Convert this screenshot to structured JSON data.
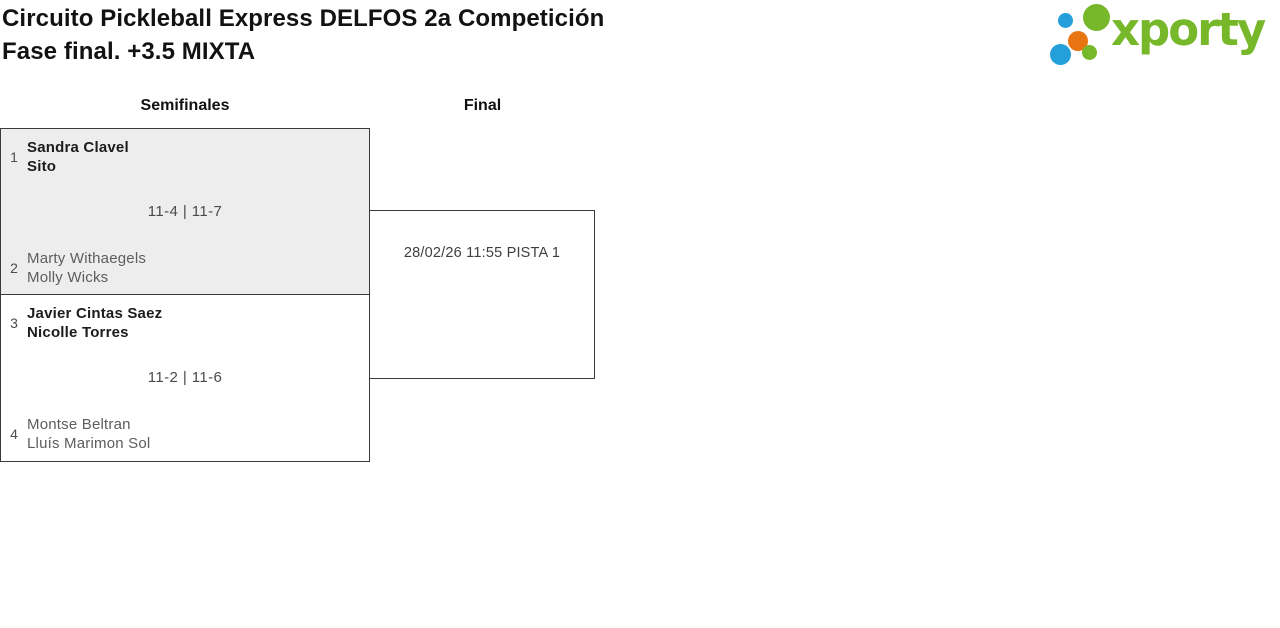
{
  "header": {
    "title_line1": "Circuito Pickleball Express DELFOS 2a Competición",
    "title_line2": "Fase final. +3.5 MIXTA"
  },
  "logo": {
    "wordmark": "xporty",
    "colors": {
      "green": "#76b82a",
      "blue": "#249fd9",
      "orange": "#e87511"
    }
  },
  "bracket": {
    "rounds": [
      {
        "label": "Semifinales"
      },
      {
        "label": "Final"
      }
    ],
    "matches": [
      {
        "top": {
          "seed": "1",
          "players": [
            "Sandra Clavel",
            "Sito"
          ],
          "winner": true
        },
        "score": "11-4 | 11-7",
        "bottom": {
          "seed": "2",
          "players": [
            "Marty Withaegels",
            "Molly Wicks"
          ],
          "winner": false
        }
      },
      {
        "top": {
          "seed": "3",
          "players": [
            "Javier Cintas Saez",
            "Nicolle Torres"
          ],
          "winner": true
        },
        "score": "11-2 | 11-6",
        "bottom": {
          "seed": "4",
          "players": [
            "Montse Beltran",
            "Lluís Marimon Sol"
          ],
          "winner": false
        }
      }
    ],
    "final": {
      "schedule": "28/02/26 11:55 PISTA 1"
    }
  }
}
